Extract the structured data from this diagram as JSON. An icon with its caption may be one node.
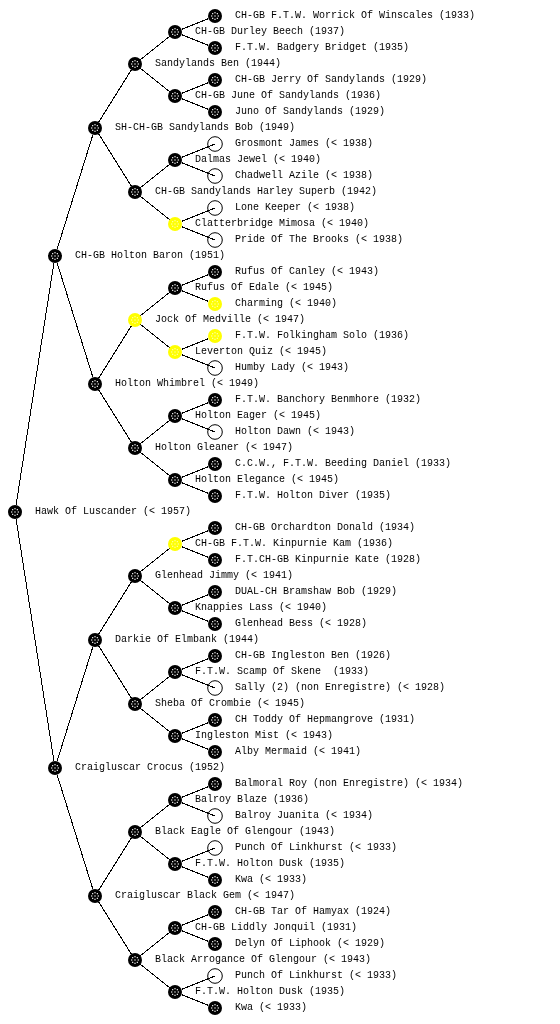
{
  "diagram": {
    "nodes": [
      {
        "text": [
          "CH-GB F.T.W. Worrick Of Winscales (1933)"
        ]
      },
      {
        "text": [
          "CH-GB Durley Beech (1937)"
        ]
      },
      {
        "text": [
          "F.T.W. Badgery Bridget (1935)"
        ]
      },
      {
        "text": [
          "Sandylands Ben (1944)"
        ]
      },
      {
        "text": [
          "CH-GB Jerry Of Sandylands (1929)"
        ]
      },
      {
        "text": [
          "CH-GB June Of Sandylands (1936)"
        ]
      },
      {
        "text": [
          "Juno Of Sandylands (1929)"
        ]
      },
      {
        "text": [
          "SH-CH-GB Sandylands Bob (1949)"
        ]
      },
      {
        "text": [
          "Grosmont James (< 1938)"
        ]
      },
      {
        "text": [
          "Dalmas Jewel (< 1940)"
        ]
      },
      {
        "text": [
          "Chadwell Azile (< 1938)"
        ]
      },
      {
        "text": [
          "CH-GB Sandylands Harley Superb (1942)"
        ]
      },
      {
        "text": [
          "Lone Keeper (< 1938)"
        ]
      },
      {
        "text": [
          "Clatterbridge Mimosa (< 1940)"
        ]
      },
      {
        "text": [
          "Pride Of The Brooks (< 1938)"
        ]
      },
      {
        "text": [
          "CH-GB Holton Baron (1951)"
        ]
      },
      {
        "text": [
          "Rufus Of Canley (< 1943)"
        ]
      },
      {
        "text": [
          "Rufus Of Edale (< 1945)"
        ]
      },
      {
        "text": [
          "Charming (< 1940)"
        ]
      },
      {
        "text": [
          "Jock Of Medville (< 1947)"
        ]
      },
      {
        "text": [
          "F.T.W. Folkingham Solo (1936)"
        ]
      },
      {
        "text": [
          "Leverton Quiz (< 1945)"
        ]
      },
      {
        "text": [
          "Humby Lady (< 1943)"
        ]
      },
      {
        "text": [
          "Holton Whimbrel (< 1949)"
        ]
      },
      {
        "text": [
          "F.T.W. Banchory Benmhore (1932)"
        ]
      },
      {
        "text": [
          "Holton Eager (< 1945)"
        ]
      },
      {
        "text": [
          "Holton Dawn (< 1943)"
        ]
      },
      {
        "text": [
          "Holton Gleaner (< 1947)"
        ]
      },
      {
        "text": [
          "C.C.W., F.T.W. Beeding Daniel (1933)"
        ]
      },
      {
        "text": [
          "Holton Elegance (< 1945)"
        ]
      },
      {
        "text": [
          "F.T.W. Holton Diver (1935)"
        ]
      },
      {
        "text": [
          "Hawk Of Luscander (< 1957)"
        ]
      },
      {
        "text": [
          "CH-GB Orchardton Donald (1934)"
        ]
      },
      {
        "text": [
          "CH-GB F.T.W. Kinpurnie Kam (1936)"
        ]
      },
      {
        "text": [
          "F.T.CH-GB Kinpurnie Kate (1928)"
        ]
      },
      {
        "text": [
          "Glenhead Jimmy (< 1941)"
        ]
      },
      {
        "text": [
          "DUAL-CH Bramshaw Bob (1929)"
        ]
      },
      {
        "text": [
          "Knappies Lass (< 1940)"
        ]
      },
      {
        "text": [
          "Glenhead Bess (< 1928)"
        ]
      },
      {
        "text": [
          "Darkie Of Elmbank (1944)"
        ]
      },
      {
        "text": [
          "CH-GB Ingleston Ben (1926)"
        ]
      },
      {
        "text": [
          "F.T.W. Scamp Of Skene  (1933)"
        ]
      },
      {
        "text": [
          "Sally (2) (non Enregistre) (< 1928)"
        ]
      },
      {
        "text": [
          "Sheba Of Crombie (< 1945)"
        ]
      },
      {
        "text": [
          "CH Toddy Of Hepmangrove (1931)"
        ]
      },
      {
        "text": [
          "Ingleston Mist (< 1943)"
        ]
      },
      {
        "text": [
          "Alby Mermaid (< 1941)"
        ]
      },
      {
        "text": [
          "Craigluscar Crocus (1952)"
        ]
      },
      {
        "text": [
          "Balmoral Roy (non Enregistre) (< 1934)"
        ]
      },
      {
        "text": [
          "Balroy Blaze (1936)"
        ]
      },
      {
        "text": [
          "Balroy Juanita (< 1934)"
        ]
      },
      {
        "text": [
          "Black Eagle Of Glengour (1943)"
        ]
      },
      {
        "text": [
          "Punch Of Linkhurst (< 1933)"
        ]
      },
      {
        "text": [
          "F.T.W. Holton Dusk (1935)"
        ]
      },
      {
        "text": [
          "Kwa (< 1933)"
        ]
      },
      {
        "text": [
          "Craigluscar Black Gem (< 1947)"
        ]
      },
      {
        "text": [
          "CH-GB Tar Of Hamyax (1924)"
        ]
      },
      {
        "text": [
          "CH-GB Liddly Jonquil (1931)"
        ]
      },
      {
        "text": [
          "Delyn Of Liphook (< 1929)"
        ]
      },
      {
        "text": [
          "Black Arrogance Of Glengour (< 1943)"
        ]
      },
      {
        "text": [
          "Punch Of Linkhurst (< 1933)"
        ]
      },
      {
        "text": [
          "F.T.W. Holton Dusk (1935)"
        ]
      },
      {
        "text": [
          "Kwa (< 1933)"
        ]
      }
    ],
    "edges": [
      {
        "from": 1,
        "to": 0,
        "arrow": "none"
      },
      {
        "from": 1,
        "to": 2,
        "arrow": "none"
      },
      {
        "from": 3,
        "to": 1,
        "arrow": "none"
      },
      {
        "from": 3,
        "to": 5,
        "arrow": "none"
      },
      {
        "from": 5,
        "to": 4,
        "arrow": "none"
      },
      {
        "from": 5,
        "to": 6,
        "arrow": "none"
      },
      {
        "from": 7,
        "to": 3,
        "arrow": "none"
      },
      {
        "from": 7,
        "to": 11,
        "arrow": "none"
      },
      {
        "from": 9,
        "to": 8,
        "arrow": "none"
      },
      {
        "from": 9,
        "to": 10,
        "arrow": "none"
      },
      {
        "from": 11,
        "to": 9,
        "arrow": "none"
      },
      {
        "from": 11,
        "to": 13,
        "arrow": "none"
      },
      {
        "from": 13,
        "to": 12,
        "arrow": "none"
      },
      {
        "from": 13,
        "to": 14,
        "arrow": "none"
      },
      {
        "from": 15,
        "to": 7,
        "arrow": "none"
      },
      {
        "from": 15,
        "to": 23,
        "arrow": "none"
      },
      {
        "from": 17,
        "to": 16,
        "arrow": "none"
      },
      {
        "from": 17,
        "to": 18,
        "arrow": "none"
      },
      {
        "from": 19,
        "to": 17,
        "arrow": "none"
      },
      {
        "from": 19,
        "to": 21,
        "arrow": "none"
      },
      {
        "from": 21,
        "to": 20,
        "arrow": "none"
      },
      {
        "from": 21,
        "to": 22,
        "arrow": "none"
      },
      {
        "from": 23,
        "to": 19,
        "arrow": "none"
      },
      {
        "from": 23,
        "to": 27,
        "arrow": "none"
      },
      {
        "from": 25,
        "to": 24,
        "arrow": "none"
      },
      {
        "from": 25,
        "to": 26,
        "arrow": "none"
      },
      {
        "from": 27,
        "to": 25,
        "arrow": "none"
      },
      {
        "from": 27,
        "to": 29,
        "arrow": "none"
      },
      {
        "from": 29,
        "to": 28,
        "arrow": "none"
      },
      {
        "from": 29,
        "to": 30,
        "arrow": "none"
      },
      {
        "from": 31,
        "to": 15,
        "arrow": "none"
      },
      {
        "from": 31,
        "to": 47,
        "arrow": "none"
      },
      {
        "from": 33,
        "to": 32,
        "arrow": "none"
      },
      {
        "from": 33,
        "to": 34,
        "arrow": "none"
      },
      {
        "from": 35,
        "to": 33,
        "arrow": "none"
      },
      {
        "from": 35,
        "to": 37,
        "arrow": "none"
      },
      {
        "from": 37,
        "to": 36,
        "arrow": "none"
      },
      {
        "from": 37,
        "to": 38,
        "arrow": "none"
      },
      {
        "from": 39,
        "to": 35,
        "arrow": "none"
      },
      {
        "from": 39,
        "to": 43,
        "arrow": "none"
      },
      {
        "from": 41,
        "to": 40,
        "arrow": "none"
      },
      {
        "from": 41,
        "to": 42,
        "arrow": "none"
      },
      {
        "from": 43,
        "to": 41,
        "arrow": "none"
      },
      {
        "from": 43,
        "to": 45,
        "arrow": "none"
      },
      {
        "from": 45,
        "to": 44,
        "arrow": "none"
      },
      {
        "from": 45,
        "to": 46,
        "arrow": "none"
      },
      {
        "from": 47,
        "to": 39,
        "arrow": "none"
      },
      {
        "from": 47,
        "to": 55,
        "arrow": "none"
      },
      {
        "from": 49,
        "to": 48,
        "arrow": "none"
      },
      {
        "from": 49,
        "to": 50,
        "arrow": "none"
      },
      {
        "from": 51,
        "to": 49,
        "arrow": "none"
      },
      {
        "from": 51,
        "to": 53,
        "arrow": "none"
      },
      {
        "from": 53,
        "to": 52,
        "arrow": "none"
      },
      {
        "from": 53,
        "to": 54,
        "arrow": "none"
      },
      {
        "from": 55,
        "to": 51,
        "arrow": "none"
      },
      {
        "from": 55,
        "to": 59,
        "arrow": "none"
      },
      {
        "from": 57,
        "to": 56,
        "arrow": "none"
      },
      {
        "from": 57,
        "to": 58,
        "arrow": "none"
      },
      {
        "from": 59,
        "to": 57,
        "arrow": "none"
      },
      {
        "from": 59,
        "to": 61,
        "arrow": "none"
      },
      {
        "from": 61,
        "to": 60,
        "arrow": "none"
      },
      {
        "from": 61,
        "to": 62,
        "arrow": "none"
      }
    ]
  }
}
